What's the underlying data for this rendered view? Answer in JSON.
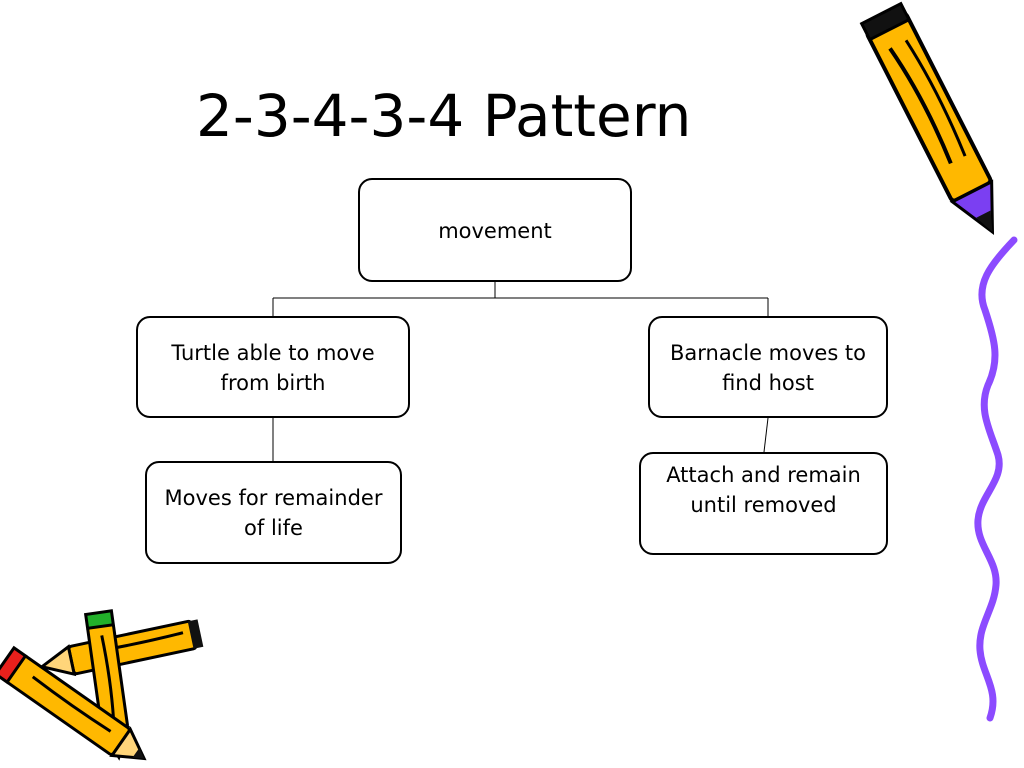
{
  "slide": {
    "title": "2-3-4-3-4 Pattern"
  },
  "diagram": {
    "root": "movement",
    "left_child": "Turtle able to move from birth",
    "right_child": "Barnacle moves to find host",
    "left_grandchild": "Moves for remainder of life",
    "right_grandchild": "Attach and remain until removed"
  },
  "clipart": {
    "top_right": "pencil-icon",
    "bottom_left": "crossed-pencils-icon",
    "right_edge": "wavy-border-icon"
  },
  "colors": {
    "pencil_yellow": "#FFB800",
    "pencil_purple": "#7B3FF2",
    "border_purple": "#8C4BFF",
    "eraser_red": "#E8201C",
    "eraser_green": "#22B02A"
  }
}
